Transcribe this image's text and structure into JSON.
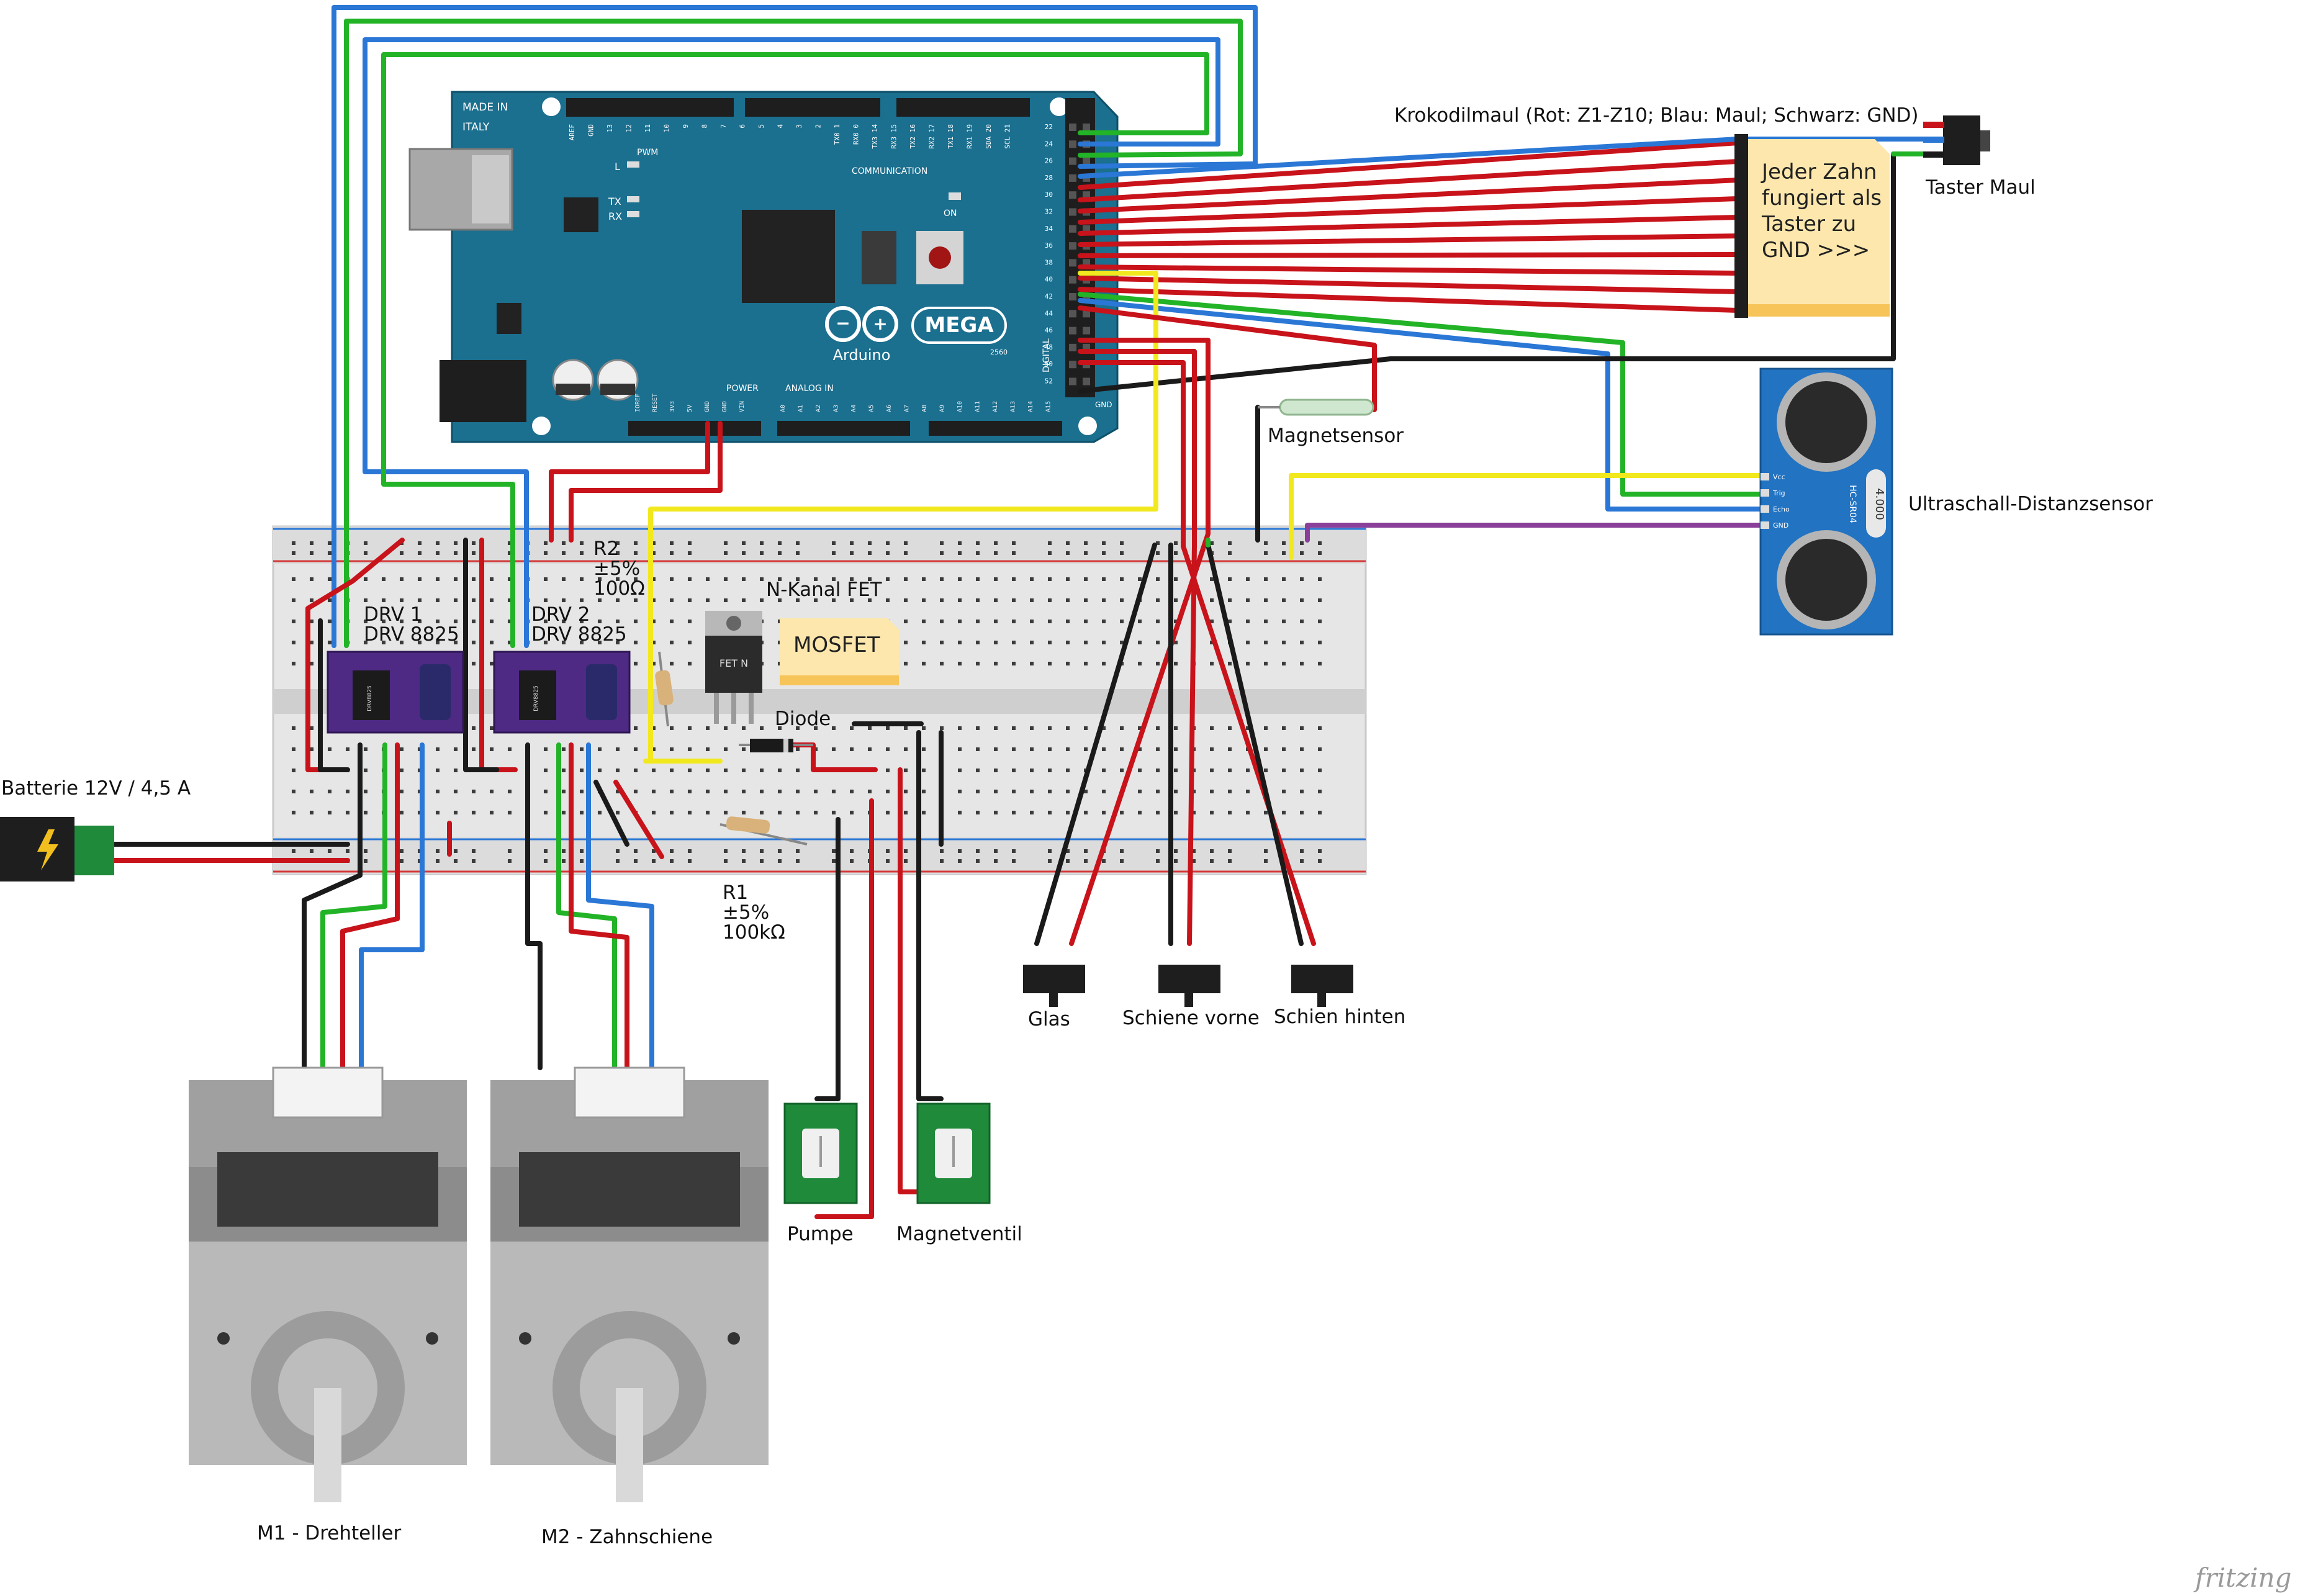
{
  "labels": {
    "krokodilmaul": "Krokodilmaul (Rot: Z1-Z10; Blau: Maul; Schwarz: GND)",
    "taster_maul": "Taster Maul",
    "magnetsensor": "Magnetsensor",
    "ultraschall": "Ultraschall-Distanzsensor",
    "r2_name": "R2",
    "r2_tol": "±5%",
    "r2_val": "100Ω",
    "fet": "N-Kanal FET",
    "mosfet_note": "MOSFET",
    "drv1_a": "DRV 1",
    "drv1_b": "DRV 8825",
    "drv2_a": "DRV 2",
    "drv2_b": "DRV 8825",
    "diode": "Diode",
    "batterie": "Batterie 12V / 4,5 A",
    "r1_name": "R1",
    "r1_tol": "±5%",
    "r1_val": "100kΩ",
    "glas": "Glas",
    "schiene_vorne": "Schiene vorne",
    "schien_hinten": "Schien hinten",
    "pumpe": "Pumpe",
    "magnetventil": "Magnetventil",
    "m1": "M1 - Drehteller",
    "m2": "M2 - Zahnschiene",
    "zahn_note": [
      "Jeder Zahn",
      "fungiert als",
      "Taster zu",
      "GND    >>>"
    ],
    "watermark": "fritzing"
  },
  "arduino": {
    "made_in": "MADE IN",
    "italy": "ITALY",
    "brand": "Arduino",
    "model": "MEGA",
    "model_sub": "2560",
    "on": "ON",
    "l": "L",
    "tx": "TX",
    "rx": "RX",
    "pwm": "PWM",
    "communication": "COMMUNICATION",
    "power": "POWER",
    "analog_in": "ANALOG IN",
    "digital": "DIGITAL",
    "gnd": "GND",
    "top_pins": [
      "AREF",
      "GND",
      "13",
      "12",
      "11",
      "10",
      "9",
      "8",
      "7",
      "6",
      "5",
      "4",
      "3",
      "2",
      "TX0 1",
      "RX0 0",
      "TX3 14",
      "RX3 15",
      "TX2 16",
      "RX2 17",
      "TX1 18",
      "RX1 19",
      "SDA 20",
      "SCL 21"
    ],
    "right_pins": [
      "22",
      "24",
      "26",
      "28",
      "30",
      "32",
      "34",
      "36",
      "38",
      "40",
      "42",
      "44",
      "46",
      "48",
      "50",
      "52"
    ],
    "power_pins": [
      "IOREF",
      "RESET",
      "3V3",
      "5V",
      "GND",
      "GND",
      "VIN"
    ],
    "analog_pins": [
      "A0",
      "A1",
      "A2",
      "A3",
      "A4",
      "A5",
      "A6",
      "A7",
      "A8",
      "A9",
      "A10",
      "A11",
      "A12",
      "A13",
      "A14",
      "A15"
    ]
  },
  "components": {
    "fet_marking": "FET N",
    "drv_chip": "DRV8825",
    "hc_model": "HC-SR04",
    "hc_marking": "4.000",
    "hc_pins": [
      "Vcc",
      "Trig",
      "Echo",
      "GND"
    ]
  },
  "colors": {
    "board_teal": "#1b6f8f",
    "wire_red": "#c8131b",
    "wire_blue": "#2a77d6",
    "wire_green": "#22b327",
    "wire_black": "#1a1a1a",
    "wire_yellow": "#f2e81e",
    "wire_purple": "#8a3f9a",
    "drv_purple": "#4e2a84",
    "note_yellow": "#fde7ad"
  }
}
